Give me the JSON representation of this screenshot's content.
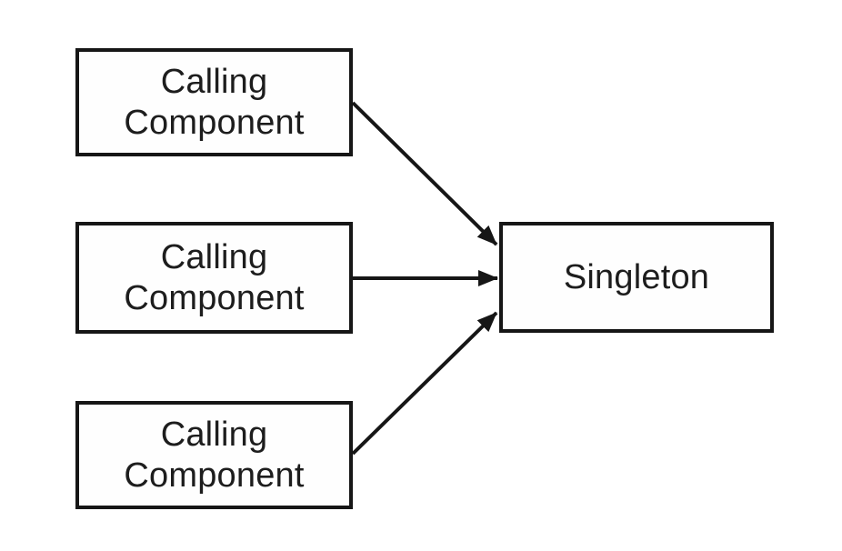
{
  "diagram": {
    "type": "singleton-pattern-diagram",
    "background_color": "#ffffff",
    "line_color": "#161616",
    "text_color": "#1d1d1d",
    "nodes": [
      {
        "id": "calling-component-1",
        "label": "Calling\nComponent"
      },
      {
        "id": "calling-component-2",
        "label": "Calling\nComponent"
      },
      {
        "id": "calling-component-3",
        "label": "Calling\nComponent"
      },
      {
        "id": "singleton",
        "label": "Singleton"
      }
    ],
    "edges": [
      {
        "from": "calling-component-1",
        "to": "singleton",
        "style": "arrow"
      },
      {
        "from": "calling-component-2",
        "to": "singleton",
        "style": "arrow"
      },
      {
        "from": "calling-component-3",
        "to": "singleton",
        "style": "arrow"
      }
    ]
  }
}
